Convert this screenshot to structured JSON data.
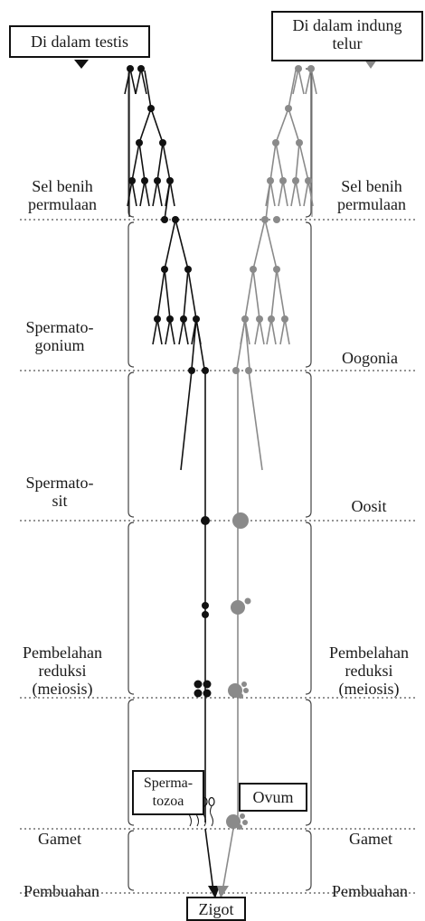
{
  "header": {
    "left_title": "Di dalam testis",
    "right_title_line1": "Di dalam indung",
    "right_title_line2": "telur"
  },
  "stages_left": {
    "s1a": "Sel benih",
    "s1b": "permulaan",
    "s2a": "Spermato-",
    "s2b": "gonium",
    "s3a": "Spermato-",
    "s3b": "sit",
    "s4a": "Pembelahan",
    "s4b": "reduksi",
    "s4c": "(meiosis)",
    "s5": "Gamet",
    "s6": "Pembuahan"
  },
  "stages_right": {
    "s1a": "Sel benih",
    "s1b": "permulaan",
    "s2": "Oogonia",
    "s3": "Oosit",
    "s4a": "Pembelahan",
    "s4b": "reduksi",
    "s4c": "(meiosis)",
    "s5": "Gamet",
    "s6": "Pembuahan"
  },
  "boxes": {
    "sperm_line1": "Sperma-",
    "sperm_line2": "tozoa",
    "ovum": "Ovum",
    "zigot": "Zigot"
  },
  "colors": {
    "male": "#111111",
    "female": "#8a8a8a",
    "divider": "#555555"
  }
}
